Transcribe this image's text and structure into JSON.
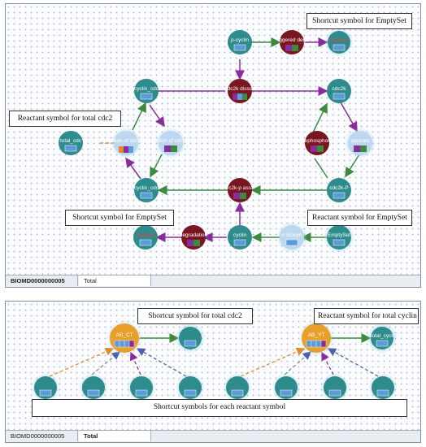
{
  "top": {
    "nodes": {
      "p_cyclin": "p-cyclin",
      "triggered_deg": "iggered deg",
      "degradation_top": "radation",
      "cyclin_cdc2": "cyclin_cdc",
      "cdc2k_diss": "dc2k disso",
      "cdc2k": "cdc2k",
      "total_cdc2": "total_cdc",
      "assembly": "ation of cdc2",
      "dephos_left": "tion of cdc",
      "dephosphorylation": "ephosphor",
      "phosphate": "osphate",
      "cyclin_cdc_bottom": "cyclin_cdc",
      "cdc2k_p_ass": "c2k-p ass",
      "cdc2k_p": "cdc2k-P",
      "degradation_left": "degradation",
      "cyclin": "cyclin",
      "biosyn": "n biosyn",
      "emptyset": "EmptySet",
      "left_short": "radation"
    },
    "callouts": {
      "shortcut_emptyset_top": "Shortcut symbol for EmptySet",
      "reactant_total_cdc2": "Reactant symbol for total cdc2",
      "shortcut_emptyset_bottom": "Shortcut symbol for EmptySet",
      "reactant_emptyset": "Reactant symbol for EmptySet"
    },
    "tabs": [
      "BIOMD0000000005",
      "Total"
    ]
  },
  "bottom": {
    "nodes": {
      "ab_ct": "AB_CT",
      "total_cdc2_b": "",
      "ab_yt": "AB_YT",
      "total_cyclin": "total_cycli"
    },
    "callouts": {
      "shortcut_total_cdc2": "Shortcut symbol for total cdc2",
      "reactant_total_cyclin": "Reactant symbol for total cyclin",
      "shortcut_each": "Shortcut symbols for each reactant symbol"
    },
    "tabs": [
      "BIOMD0000000005",
      "Total"
    ]
  },
  "colors": {
    "species": "#2f8c8c",
    "reaction": "#7a1620",
    "pale": "#bcd7ee",
    "aggregate": "#e9a02a",
    "arrow_purple": "#8a2d9c",
    "arrow_green": "#3c8a3c",
    "arrow_orange": "#e08a2a"
  }
}
